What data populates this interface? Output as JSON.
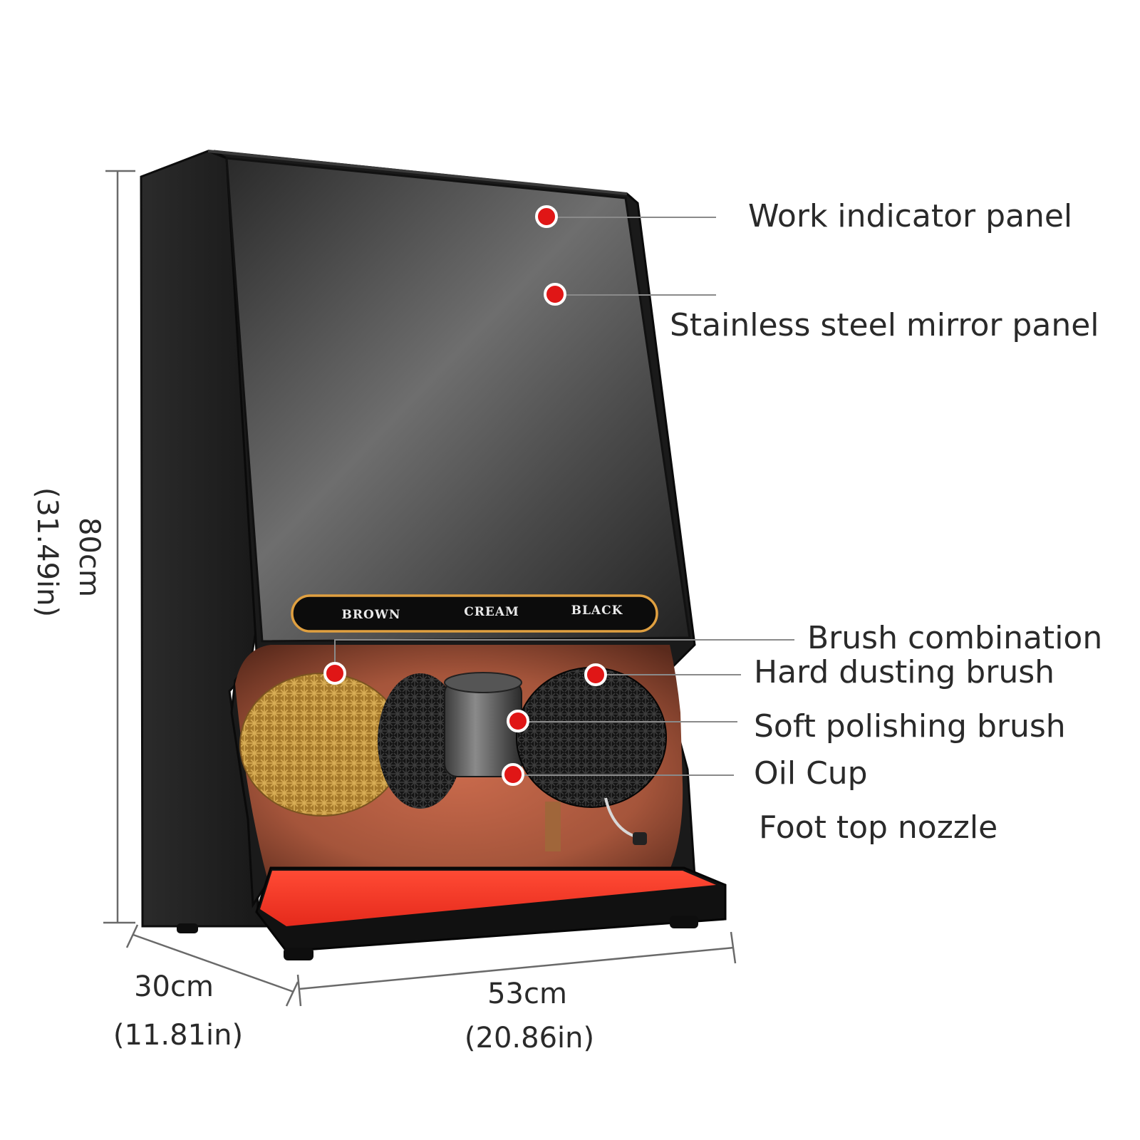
{
  "callouts": {
    "work_indicator_panel": "Work indicator panel",
    "stainless_steel_mirror_panel": "Stainless steel mirror panel",
    "brush_combination": "Brush combination",
    "hard_dusting_brush": "Hard dusting brush",
    "soft_polishing_brush": "Soft polishing brush",
    "oil_cup": "Oil Cup",
    "foot_top_nozzle": "Foot top nozzle"
  },
  "selector_panel": {
    "left": "BROWN",
    "middle": "CREAM",
    "right": "BLACK"
  },
  "dimensions": {
    "height_cm": "80cm",
    "height_in": "(31.49in)",
    "depth_cm": "30cm",
    "depth_in": "(11.81in)",
    "width_cm": "53cm",
    "width_in": "(20.86in)"
  },
  "colors": {
    "hotspot": "#e01616",
    "body": "#1e1e1e",
    "mirror": "#5a5a5a",
    "tray": "#ff3a2a",
    "accent_ring": "#e0a040"
  }
}
